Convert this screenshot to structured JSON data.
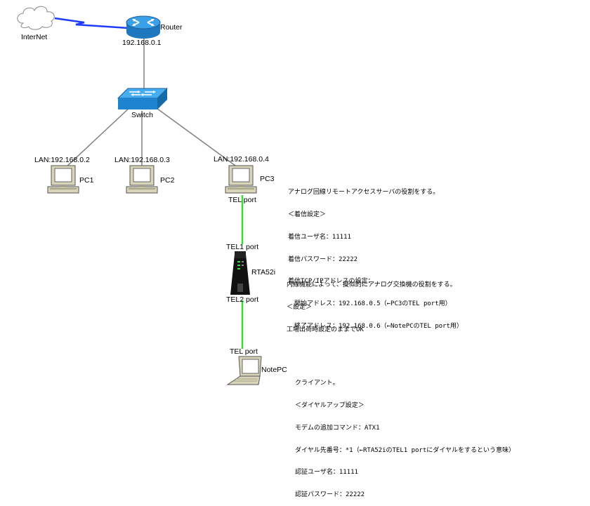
{
  "internet": {
    "label": "InterNet"
  },
  "router": {
    "label": "Router",
    "ip": "192.168.0.1"
  },
  "switch": {
    "label": "Switch"
  },
  "pc1": {
    "label": "PC1",
    "lan": "LAN:192.168.0.2"
  },
  "pc2": {
    "label": "PC2",
    "lan": "LAN:192.168.0.3"
  },
  "pc3": {
    "label": "PC3",
    "lan": "LAN:192.168.0.4",
    "port": "TEL port"
  },
  "rta": {
    "label": "RTA52i",
    "port1": "TEL1 port",
    "port2": "TEL2 port"
  },
  "notepc": {
    "label": "NotePC",
    "port": "TEL port"
  },
  "notes": {
    "pc3": [
      "アナログ回線リモートアクセスサーバの役割をする。",
      "＜着信設定＞",
      "着信ユーザ名：11111",
      "着信パスワード：22222",
      "着信TCP/IPアドレスの設定：",
      "　開始アドレス：192.168.0.5（←PC3のTEL port用）",
      "　終了アドレス：192.168.0.6（←NotePCのTEL port用）"
    ],
    "rta": [
      "内線機能によって、擬似的にアナログ交換機の役割をする。",
      "＜設定＞",
      "工場出荷時設定のままでOK"
    ],
    "notepc": [
      "クライアント。",
      "＜ダイヤルアップ設定＞",
      "モデムの追加コマンド：ATX1",
      "ダイヤル先番号：*1（←RTA52iのTEL1 portにダイヤルをするという意味）",
      "認証ユーザ名：11111",
      "認証パスワード：22222"
    ]
  },
  "colors": {
    "ethernet_line": "#808080",
    "phone_line": "#33dd33",
    "wan_link": "#1e3cff",
    "device_blue": "#1e90d8",
    "pc_beige": "#d8d4b8"
  },
  "icons": {
    "internet": "cloud-icon",
    "router": "router-icon",
    "switch": "switch-icon",
    "pc": "desktop-pc-icon",
    "rta": "rta52i-router-icon",
    "notepc": "laptop-icon"
  }
}
